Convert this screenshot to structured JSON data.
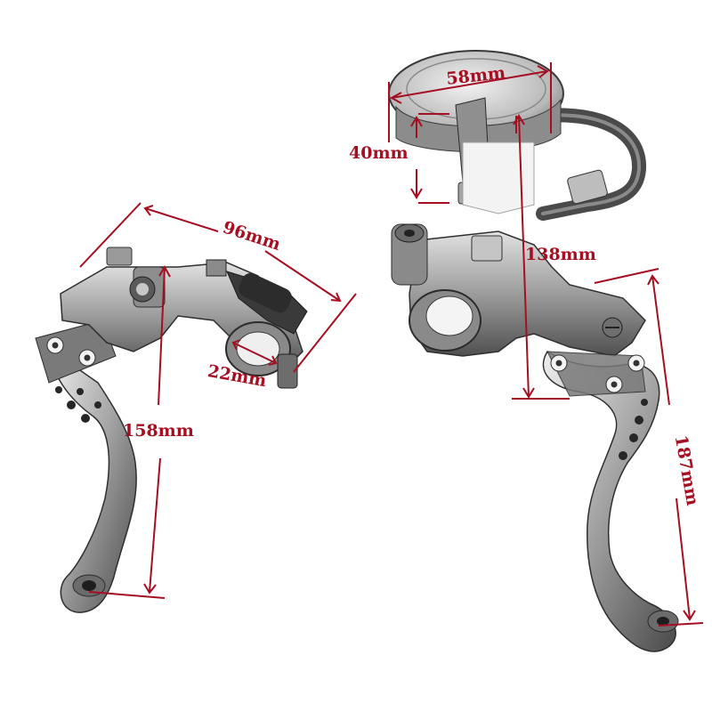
{
  "colors": {
    "dimension": "#a50f22",
    "metal_light": "#d4d4d4",
    "metal_mid": "#9a9a9a",
    "metal_dark": "#3c3c3c",
    "hose": "#4a4a4a"
  },
  "dimensions": {
    "lever_width": "96mm",
    "clamp_diameter": "22mm",
    "lever_length_left": "158mm",
    "reservoir_diameter": "58mm",
    "reservoir_height": "40mm",
    "master_cylinder_height": "138mm",
    "lever_length_right": "187mm"
  }
}
